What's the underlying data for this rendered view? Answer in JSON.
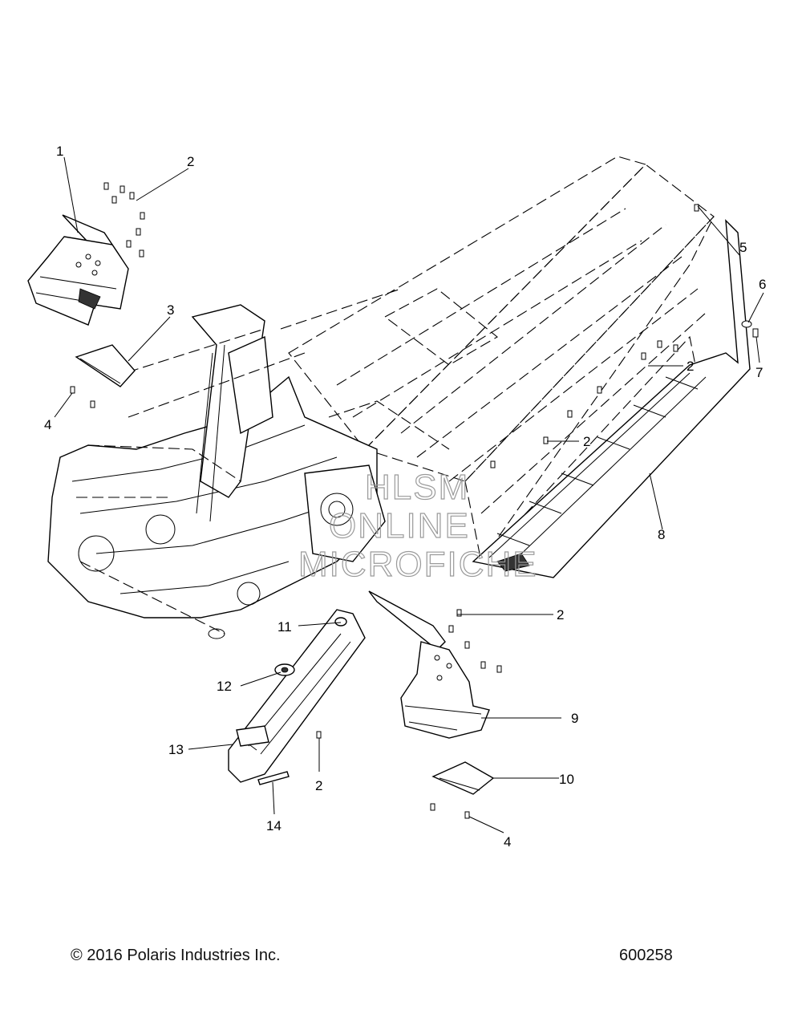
{
  "callouts": [
    {
      "id": "c1",
      "label": "1"
    },
    {
      "id": "c2a",
      "label": "2"
    },
    {
      "id": "c3",
      "label": "3"
    },
    {
      "id": "c4a",
      "label": "4"
    },
    {
      "id": "c5",
      "label": "5"
    },
    {
      "id": "c6",
      "label": "6"
    },
    {
      "id": "c7",
      "label": "7"
    },
    {
      "id": "c2b",
      "label": "2"
    },
    {
      "id": "c2c",
      "label": "2"
    },
    {
      "id": "c8",
      "label": "8"
    },
    {
      "id": "c2d",
      "label": "2"
    },
    {
      "id": "c11",
      "label": "11"
    },
    {
      "id": "c12",
      "label": "12"
    },
    {
      "id": "c9",
      "label": "9"
    },
    {
      "id": "c13",
      "label": "13"
    },
    {
      "id": "c2e",
      "label": "2"
    },
    {
      "id": "c10",
      "label": "10"
    },
    {
      "id": "c14",
      "label": "14"
    },
    {
      "id": "c4b",
      "label": "4"
    }
  ],
  "watermark": {
    "line1": "HLSM",
    "line2": "ONLINE",
    "line3": "MICROFICHE"
  },
  "footer": {
    "copyright": "© 2016 Polaris Industries Inc.",
    "doc_number": "600258"
  }
}
